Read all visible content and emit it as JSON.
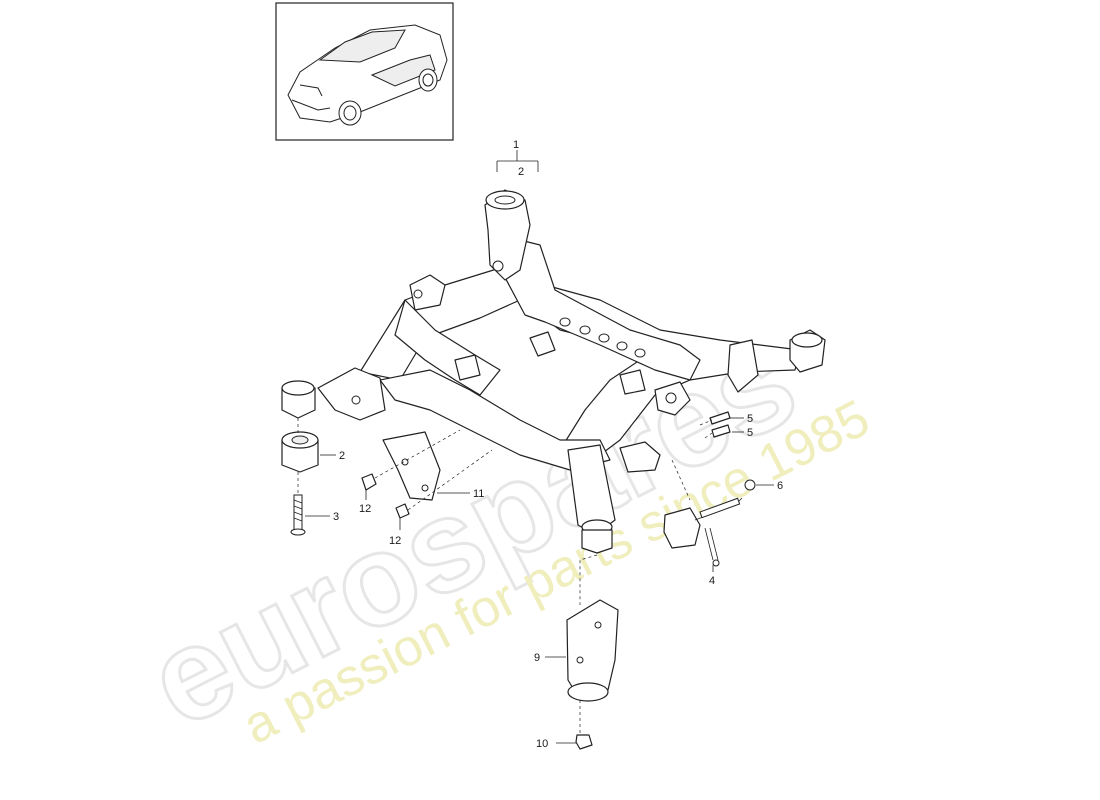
{
  "diagram": {
    "watermark": {
      "brand": "eurospares",
      "tagline": "a passion for parts since 1985"
    },
    "thumbnail": {
      "icon": "car-suv-icon"
    },
    "callouts": {
      "c1": "1",
      "c2_top": "2",
      "c2_side": "2",
      "c3": "3",
      "c4": "4",
      "c5a": "5",
      "c5b": "5",
      "c6": "6",
      "c9": "9",
      "c10": "10",
      "c11": "11",
      "c12a": "12",
      "c12b": "12"
    }
  }
}
